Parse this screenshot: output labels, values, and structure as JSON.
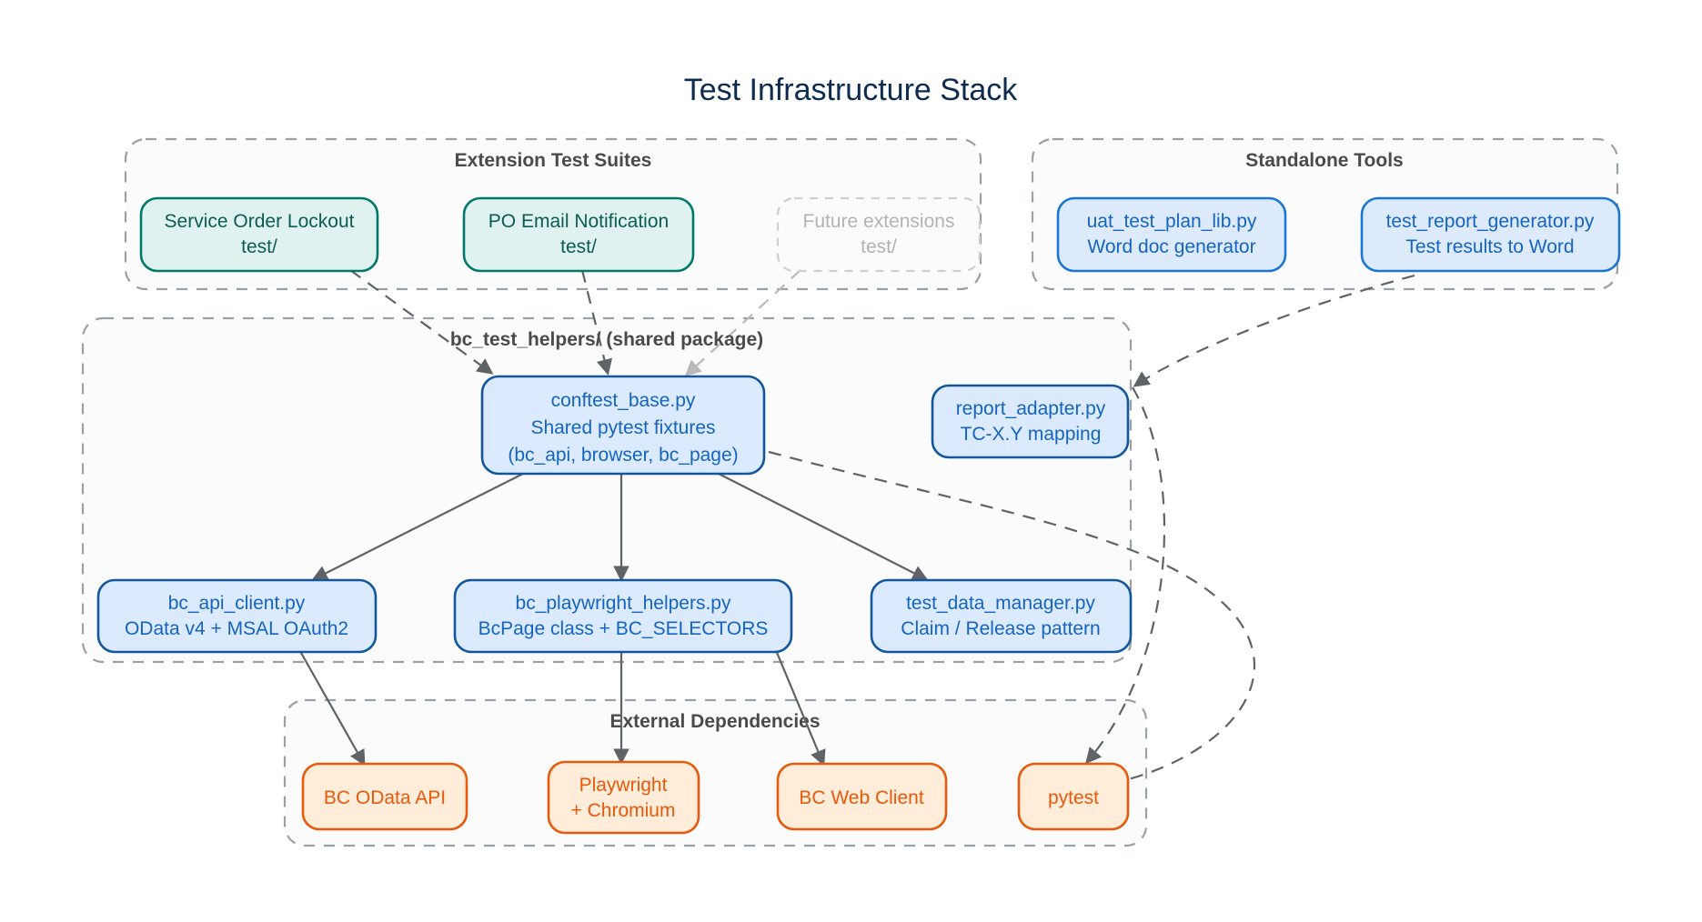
{
  "diagram": {
    "title": "Test Infrastructure Stack",
    "type": "architecture-graph",
    "clusters": [
      {
        "id": "extension-test-suites",
        "label": "Extension Test Suites",
        "nodes": [
          {
            "id": "service-order-lockout",
            "style": "green",
            "lines": [
              "Service Order Lockout",
              "test/"
            ]
          },
          {
            "id": "po-email-notification",
            "style": "green",
            "lines": [
              "PO Email Notification",
              "test/"
            ]
          },
          {
            "id": "future-extensions",
            "style": "ghost",
            "lines": [
              "Future extensions",
              "test/"
            ]
          }
        ]
      },
      {
        "id": "standalone-tools",
        "label": "Standalone Tools",
        "nodes": [
          {
            "id": "uat-test-plan-lib",
            "style": "blue",
            "lines": [
              "uat_test_plan_lib.py",
              "Word doc generator"
            ]
          },
          {
            "id": "test-report-generator",
            "style": "blue",
            "lines": [
              "test_report_generator.py",
              "Test results to Word"
            ]
          }
        ]
      },
      {
        "id": "bc-test-helpers",
        "label": "bc_test_helpers/ (shared package)",
        "nodes": [
          {
            "id": "conftest-base",
            "style": "lblue",
            "lines": [
              "conftest_base.py",
              "Shared pytest fixtures",
              "(bc_api, browser, bc_page)"
            ]
          },
          {
            "id": "report-adapter",
            "style": "lblue",
            "lines": [
              "report_adapter.py",
              "TC-X.Y mapping"
            ]
          },
          {
            "id": "bc-api-client",
            "style": "lblue",
            "lines": [
              "bc_api_client.py",
              "OData v4 + MSAL OAuth2"
            ]
          },
          {
            "id": "bc-playwright-helpers",
            "style": "lblue",
            "lines": [
              "bc_playwright_helpers.py",
              "BcPage class + BC_SELECTORS"
            ]
          },
          {
            "id": "test-data-manager",
            "style": "lblue",
            "lines": [
              "test_data_manager.py",
              "Claim / Release pattern"
            ]
          }
        ]
      },
      {
        "id": "external-dependencies",
        "label": "External Dependencies",
        "nodes": [
          {
            "id": "bc-odata-api",
            "style": "orange",
            "lines": [
              "BC OData API"
            ]
          },
          {
            "id": "playwright-chromium",
            "style": "orange",
            "lines": [
              "Playwright",
              "+ Chromium"
            ]
          },
          {
            "id": "bc-web-client",
            "style": "orange",
            "lines": [
              "BC Web Client"
            ]
          },
          {
            "id": "pytest",
            "style": "orange",
            "lines": [
              "pytest"
            ]
          }
        ]
      }
    ],
    "edges": [
      {
        "from": "service-order-lockout",
        "to": "conftest-base",
        "style": "dashed"
      },
      {
        "from": "po-email-notification",
        "to": "conftest-base",
        "style": "dashed"
      },
      {
        "from": "future-extensions",
        "to": "conftest-base",
        "style": "dashed-faint"
      },
      {
        "from": "test-report-generator",
        "to": "report-adapter",
        "style": "dashed"
      },
      {
        "from": "conftest-base",
        "to": "bc-api-client",
        "style": "solid"
      },
      {
        "from": "conftest-base",
        "to": "bc-playwright-helpers",
        "style": "solid"
      },
      {
        "from": "conftest-base",
        "to": "test-data-manager",
        "style": "solid"
      },
      {
        "from": "conftest-base",
        "to": "pytest",
        "style": "dashed"
      },
      {
        "from": "report-adapter",
        "to": "pytest",
        "style": "dashed"
      },
      {
        "from": "bc-api-client",
        "to": "bc-odata-api",
        "style": "solid"
      },
      {
        "from": "bc-playwright-helpers",
        "to": "playwright-chromium",
        "style": "solid"
      },
      {
        "from": "bc-playwright-helpers",
        "to": "bc-web-client",
        "style": "solid"
      }
    ],
    "colors": {
      "title": "#0d2b4e",
      "green_fill": "#e0f2f0",
      "green_stroke": "#00796b",
      "blue_fill": "#ddeafc",
      "blue_stroke": "#1b77d3",
      "lblue_fill": "#dbeafe",
      "lblue_stroke": "#12579e",
      "orange_fill": "#ffedd9",
      "orange_stroke": "#e8590c",
      "cluster_stroke": "#9aa0a6",
      "edge": "#5f6368",
      "background": "#ffffff"
    }
  }
}
